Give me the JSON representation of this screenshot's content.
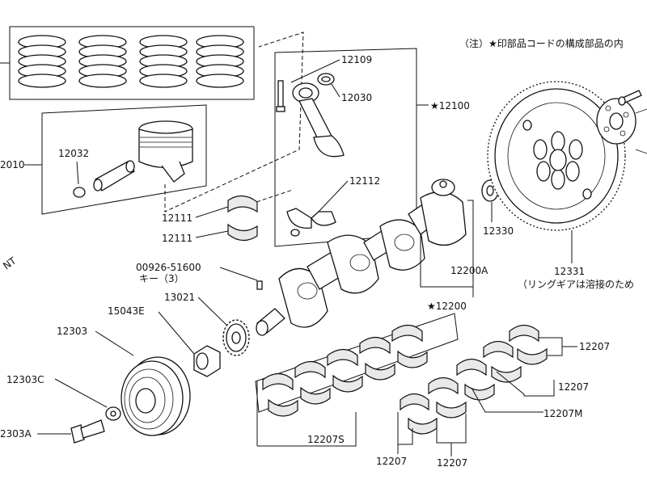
{
  "note_jp": "（注）★印部品コードの構成部品の内",
  "callouts": {
    "c12010": "2010",
    "c12032": "12032",
    "c12109": "12109",
    "c12030": "12030",
    "c12100": "★12100",
    "c12112": "12112",
    "c12111a": "12111",
    "c12111b": "12111",
    "c00926": "00926-51600",
    "c00926_sub": "キー（3）",
    "c13021": "13021",
    "c15043e": "15043E",
    "c12303": "12303",
    "c12303c": "12303C",
    "c12303a": "2303A",
    "c12330": "12330",
    "c12331": "12331",
    "c12331_note": "（リングギアは溶接のため",
    "c12200a": "12200A",
    "c12200": "★12200",
    "c12207s": "12207S",
    "c12207a": "12207",
    "c12207b": "12207",
    "c12207m": "12207M",
    "c12207c": "12207",
    "c12207d": "12207",
    "front": "NT"
  }
}
